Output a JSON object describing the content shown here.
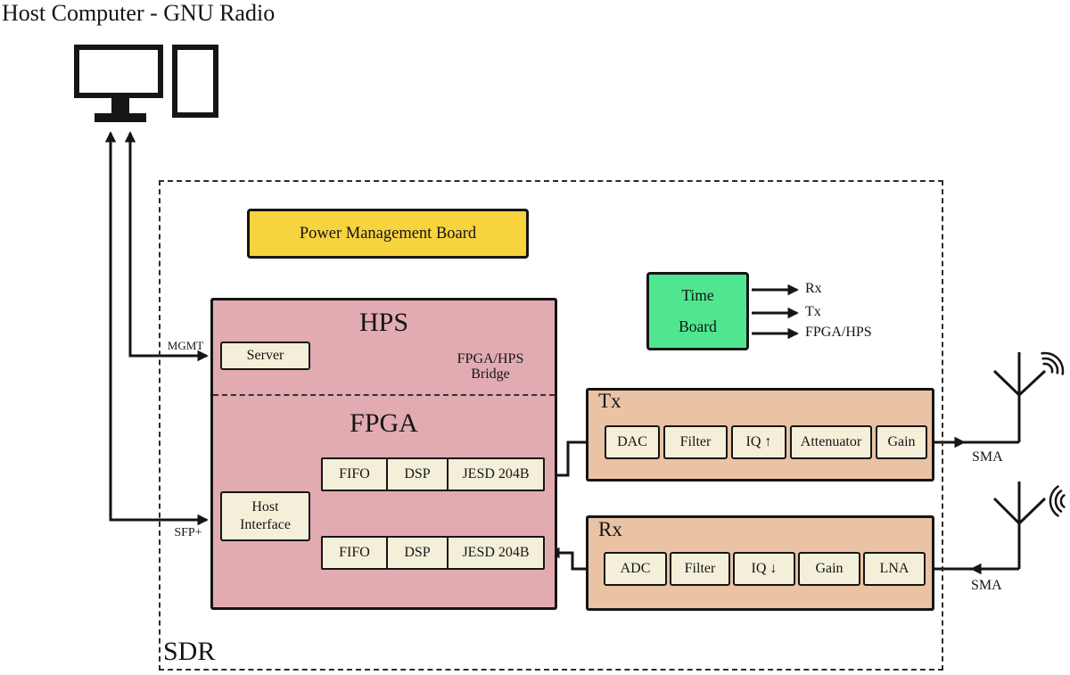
{
  "colors": {
    "ink": "#151515",
    "soc_pink": "#e2abb1",
    "board_yellow": "#f7d33e",
    "board_green": "#4fe68f",
    "chain_tan": "#eac3a4",
    "block_cream": "#f4efd9"
  },
  "title": "Host Computer - GNU Radio",
  "sdr_label": "SDR",
  "host_links": {
    "mgmt": "MGMT",
    "sfp": "SFP+"
  },
  "power_board": {
    "label": "Power Management Board"
  },
  "time_board": {
    "line1": "Time",
    "line2": "Board",
    "outputs": [
      "Rx",
      "Tx",
      "FPGA/HPS"
    ]
  },
  "soc": {
    "hps_label": "HPS",
    "fpga_label": "FPGA",
    "server_label": "Server",
    "bridge_line1": "FPGA/HPS",
    "bridge_line2": "Bridge",
    "host_interface_label": "Host Interface",
    "tx_path": [
      "FIFO",
      "DSP",
      "JESD 204B"
    ],
    "rx_path": [
      "FIFO",
      "DSP",
      "JESD 204B"
    ]
  },
  "tx_chain": {
    "title": "Tx",
    "blocks": [
      "DAC",
      "Filter",
      "IQ ↑",
      "Attenuator",
      "Gain"
    ],
    "connector_label": "SMA"
  },
  "rx_chain": {
    "title": "Rx",
    "blocks": [
      "ADC",
      "Filter",
      "IQ ↓",
      "Gain",
      "LNA"
    ],
    "connector_label": "SMA"
  }
}
